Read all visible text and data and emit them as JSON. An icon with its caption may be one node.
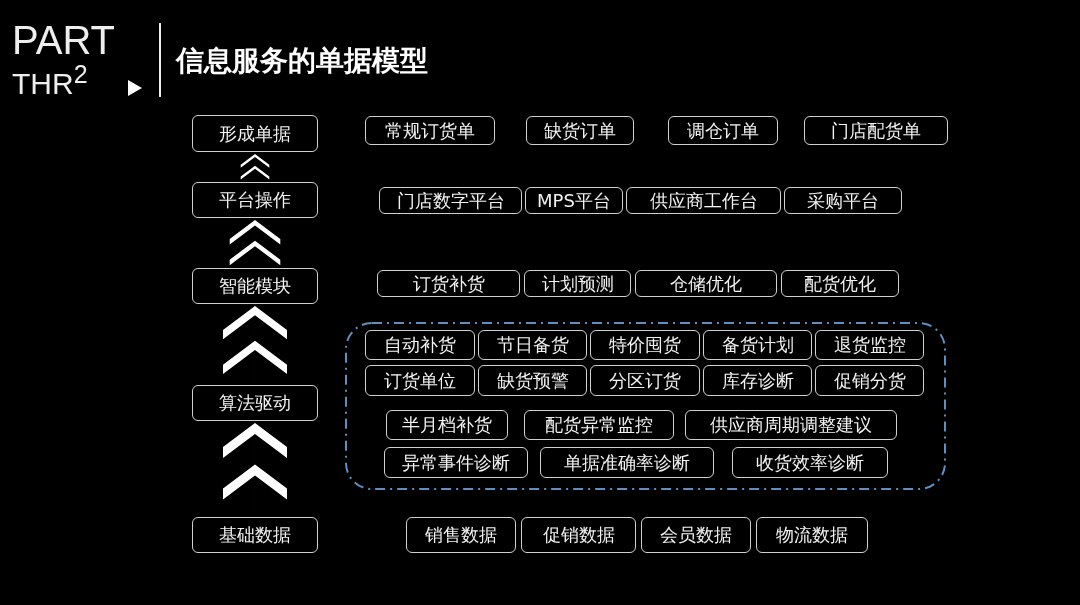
{
  "diagram": {
    "title": "信息服务的单据模型",
    "nodes": [
      {
        "text": [
          "形成单据"
        ]
      },
      {
        "text": [
          "常规订货单"
        ]
      },
      {
        "text": [
          "缺货订单"
        ]
      },
      {
        "text": [
          "调仓订单"
        ]
      },
      {
        "text": [
          "门店配货单"
        ]
      },
      {
        "text": [
          "平台操作"
        ]
      },
      {
        "text": [
          "门店数字平台"
        ]
      },
      {
        "text": [
          "MPS平台"
        ]
      },
      {
        "text": [
          "供应商工作台"
        ]
      },
      {
        "text": [
          "采购平台"
        ]
      },
      {
        "text": [
          "智能模块"
        ]
      },
      {
        "text": [
          "订货补货"
        ]
      },
      {
        "text": [
          "计划预测"
        ]
      },
      {
        "text": [
          "仓储优化"
        ]
      },
      {
        "text": [
          "配货优化"
        ]
      },
      {
        "text": [
          "算法驱动"
        ]
      },
      {
        "text": [],
        "shape": "box"
      },
      {
        "text": [
          "自动补货"
        ],
        "in": 16
      },
      {
        "text": [
          "节日备货"
        ],
        "in": 16
      },
      {
        "text": [
          "特价囤货"
        ],
        "in": 16
      },
      {
        "text": [
          "备货计划"
        ],
        "in": 16
      },
      {
        "text": [
          "退货监控"
        ],
        "in": 16
      },
      {
        "text": [
          "订货单位"
        ],
        "in": 16
      },
      {
        "text": [
          "缺货预警"
        ],
        "in": 16
      },
      {
        "text": [
          "分区订货"
        ],
        "in": 16
      },
      {
        "text": [
          "库存诊断"
        ],
        "in": 16
      },
      {
        "text": [
          "促销分货"
        ],
        "in": 16
      },
      {
        "text": [
          "半月档补货"
        ],
        "in": 16
      },
      {
        "text": [
          "配货异常监控"
        ],
        "in": 16
      },
      {
        "text": [
          "供应商周期调整建议"
        ],
        "in": 16
      },
      {
        "text": [
          "异常事件诊断"
        ],
        "in": 16
      },
      {
        "text": [
          "单据准确率诊断"
        ],
        "in": 16
      },
      {
        "text": [
          "收货效率诊断"
        ],
        "in": 16
      },
      {
        "text": [
          "基础数据"
        ]
      },
      {
        "text": [
          "销售数据"
        ]
      },
      {
        "text": [
          "促销数据"
        ]
      },
      {
        "text": [
          "会员数据"
        ]
      },
      {
        "text": [
          "物流数据"
        ]
      }
    ],
    "edges": [
      {
        "from": 33,
        "to": 15,
        "arrow": "to"
      },
      {
        "from": 15,
        "to": 10,
        "arrow": "to"
      },
      {
        "from": 10,
        "to": 5,
        "arrow": "to"
      },
      {
        "from": 5,
        "to": 0,
        "arrow": "to"
      }
    ],
    "labels": [
      "PART",
      "THR$^{2}$"
    ]
  }
}
